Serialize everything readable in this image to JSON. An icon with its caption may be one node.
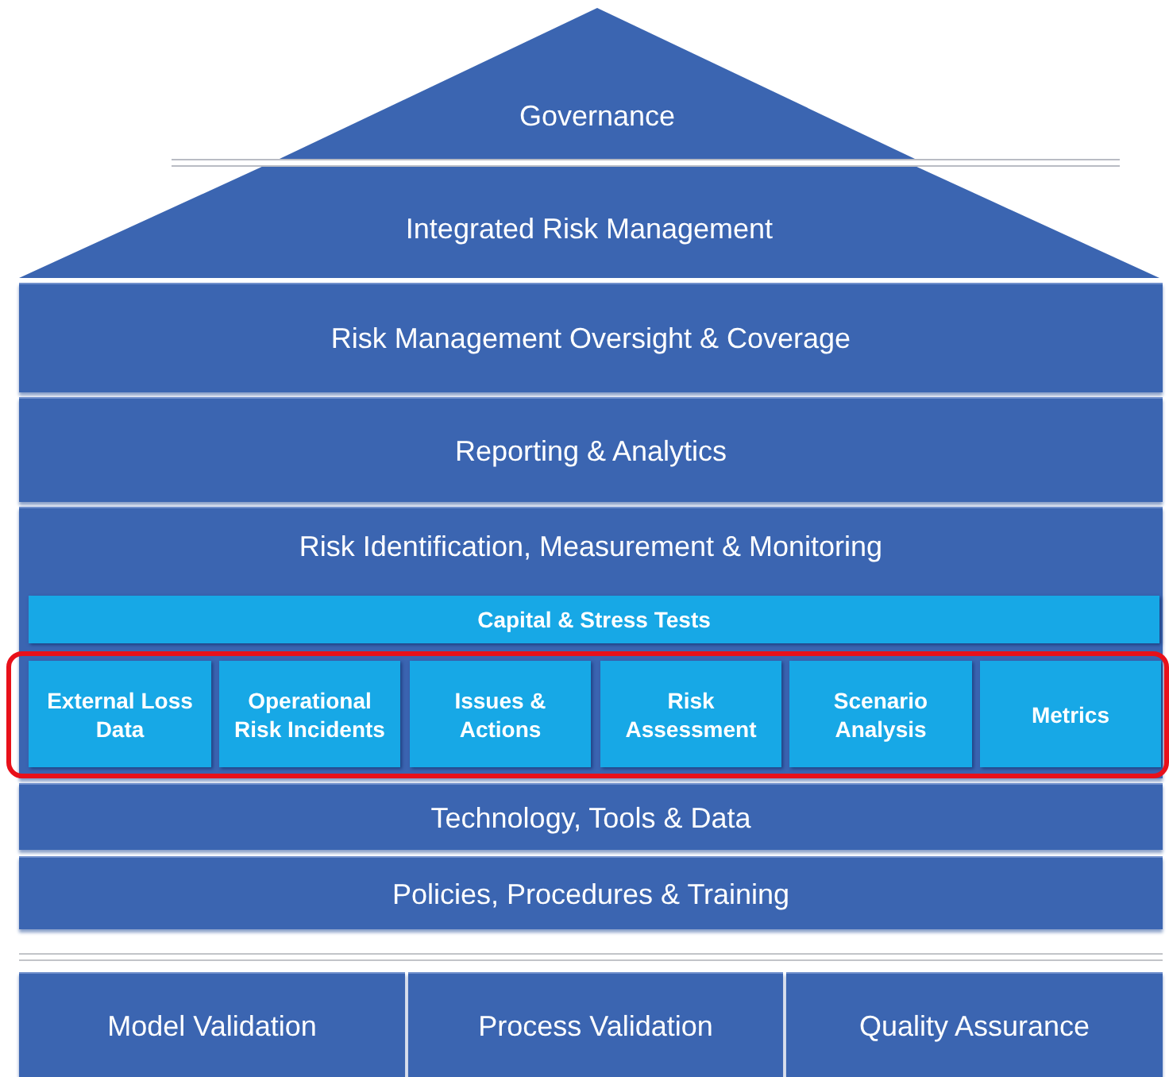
{
  "diagram": {
    "nodes": [
      {
        "text": [
          "Governance"
        ]
      },
      {
        "text": [
          "Integrated Risk Management"
        ]
      },
      {
        "text": [
          "Risk Management Oversight & Coverage"
        ]
      },
      {
        "text": [
          "Reporting & Analytics"
        ]
      },
      {
        "text": [
          "Risk Identification, Measurement & Monitoring"
        ]
      },
      {
        "text": [
          "Capital & Stress Tests"
        ],
        "in": 4
      },
      {
        "text": [
          "External Loss Data"
        ],
        "in": 4
      },
      {
        "text": [
          "Operational Risk Incidents"
        ],
        "in": 4
      },
      {
        "text": [
          "Issues & Actions"
        ],
        "in": 4
      },
      {
        "text": [
          "Risk Assessment"
        ],
        "in": 4
      },
      {
        "text": [
          "Scenario Analysis"
        ],
        "in": 4
      },
      {
        "text": [
          "Metrics"
        ],
        "in": 4
      },
      {
        "text": [
          "Technology, Tools & Data"
        ]
      },
      {
        "text": [
          "Policies, Procedures & Training"
        ]
      },
      {
        "text": [
          "Model Validation"
        ]
      },
      {
        "text": [
          "Process Validation"
        ]
      },
      {
        "text": [
          "Quality Assurance"
        ]
      }
    ]
  }
}
